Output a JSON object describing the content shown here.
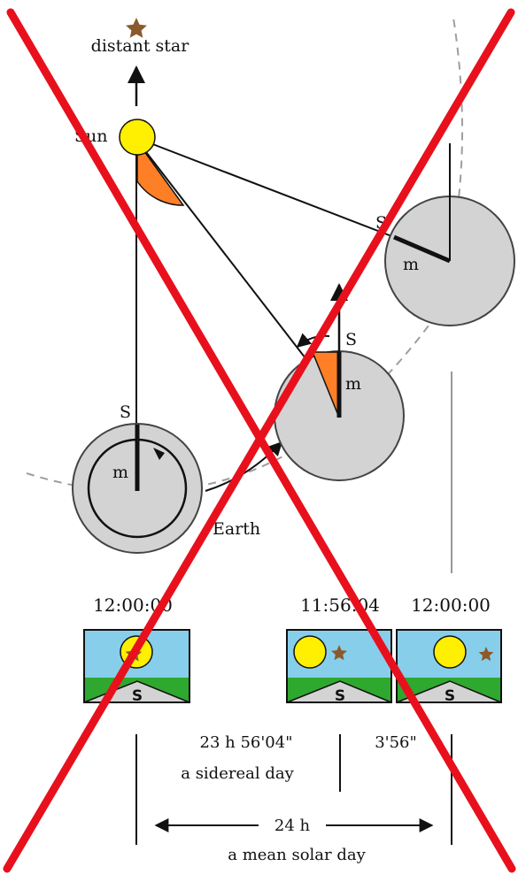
{
  "labels": {
    "distant_star": "distant star",
    "sun": "Sun",
    "earth": "Earth",
    "s": "S",
    "m": "m"
  },
  "times": {
    "start": "12:00:00",
    "sidereal_end": "11:56:04",
    "solar_end": "12:00:00"
  },
  "panels": {
    "s_label": "S"
  },
  "durations": {
    "sidereal_value": "23 h 56'04\"",
    "sidereal_caption": "a sidereal day",
    "difference_value": "3'56\"",
    "solar_value": "24 h",
    "solar_caption": "a mean solar day"
  },
  "colors": {
    "sun": "#ffef00",
    "earth": "#d3d3d3",
    "angle_wedge": "#ff7f27",
    "sky": "#87ceeb",
    "ground": "#2ea82e",
    "star": "#8b5a2b",
    "cross": "#e8101c"
  }
}
